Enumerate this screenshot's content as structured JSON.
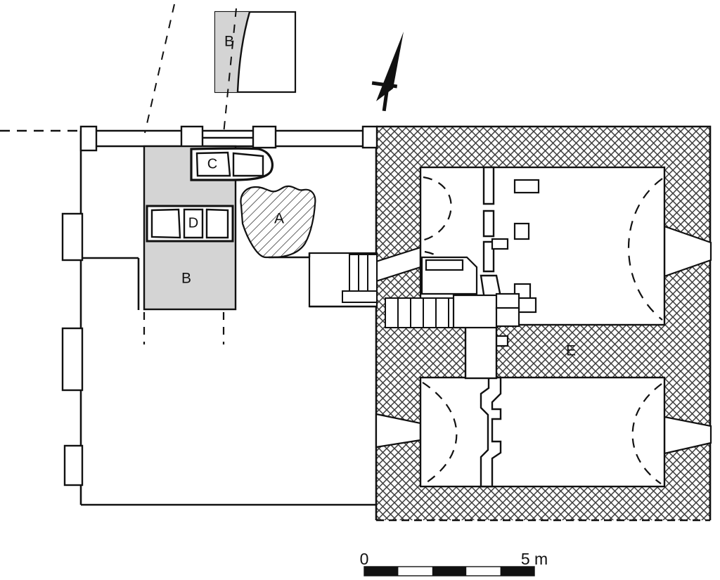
{
  "figure": {
    "kind": "archaeological-architectural-floor-plan",
    "background_color": "#ffffff",
    "line_color": "#111111",
    "fill_shaded": "#d4d4d4",
    "hatch_color": "#444444"
  },
  "labels": {
    "zone_a": "A",
    "zone_b_main": "B",
    "zone_b_inset": "B",
    "zone_c": "C",
    "zone_d": "D",
    "zone_e": "E"
  },
  "scale_bar": {
    "start_label": "0",
    "end_label": "5 m",
    "segments": 5,
    "unit": "m",
    "total_length_m": 5,
    "segment_colors": [
      "#111111",
      "#ffffff",
      "#111111",
      "#ffffff",
      "#111111"
    ]
  },
  "north_arrow": {
    "name": "north-arrow",
    "direction_label": ""
  },
  "inset": {
    "name": "inset-detail-b",
    "label": "B"
  },
  "legend_zones": [
    {
      "id": "A",
      "label": "A",
      "pattern": "diagonal-hatch"
    },
    {
      "id": "B",
      "label": "B",
      "pattern": "solid-gray"
    },
    {
      "id": "C",
      "label": "C",
      "pattern": "outline-cells"
    },
    {
      "id": "D",
      "label": "D",
      "pattern": "outline-cells"
    },
    {
      "id": "E",
      "label": "E",
      "pattern": "cross-hatch-wall"
    }
  ]
}
